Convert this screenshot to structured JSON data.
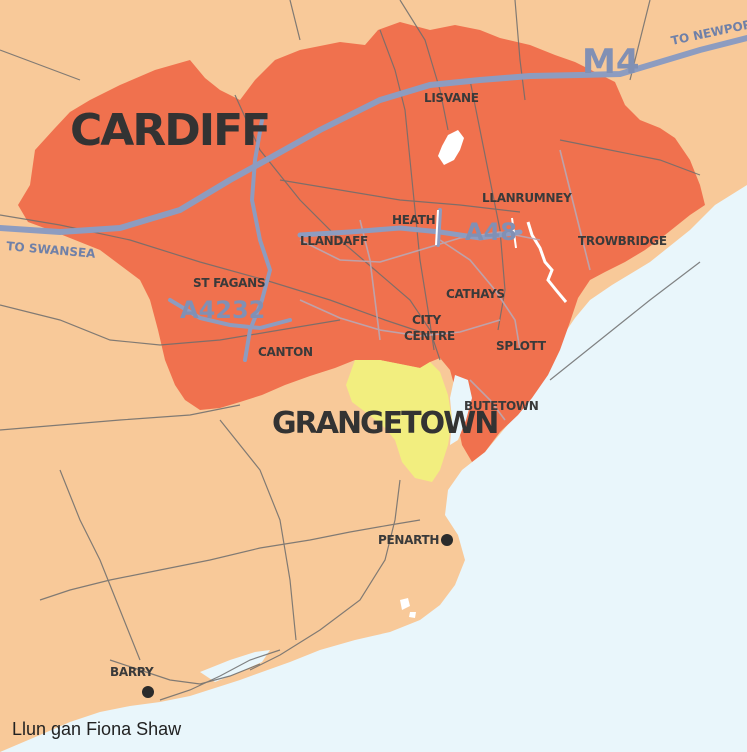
{
  "map": {
    "city_label": "CARDIFF",
    "highlight_label": "GRANGETOWN",
    "districts": {
      "lisvane": "LISVANE",
      "llanrumney": "LLANRUMNEY",
      "heath": "HEATH",
      "llandaff": "LLANDAFF",
      "trowbridge": "TROWBRIDGE",
      "st_fagans": "ST FAGANS",
      "cathays": "CATHAYS",
      "city": "CITY",
      "centre": "CENTRE",
      "splott": "SPLOTT",
      "canton": "CANTON",
      "butetown": "BUTETOWN"
    },
    "towns": {
      "penarth": "PENARTH",
      "barry": "BARRY"
    },
    "roads": {
      "m4": "M4",
      "a48": "A48",
      "a4232": "A4232"
    },
    "destinations": {
      "newport": "TO NEWPORT",
      "swansea": "TO SWANSEA"
    },
    "colors": {
      "land": "#f8c999",
      "cardiff": "#f0714e",
      "grangetown": "#f2ee7f",
      "sea": "#e9f6fb",
      "roads": "#8d9cc0"
    }
  },
  "credit": "Llun gan Fiona Shaw"
}
